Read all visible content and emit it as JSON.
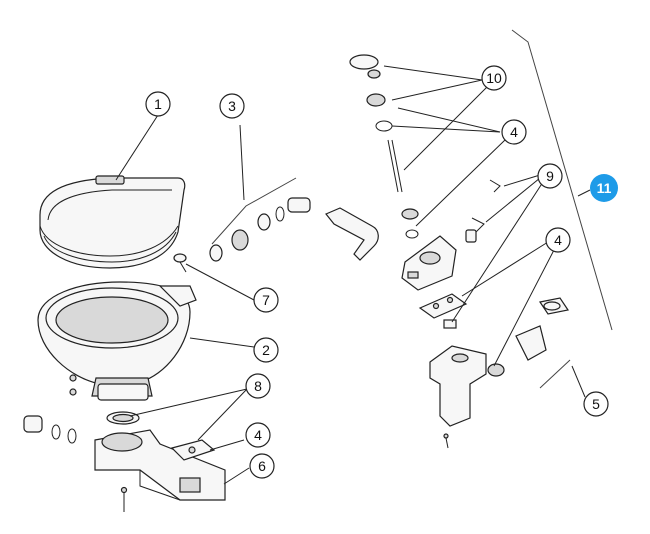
{
  "callouts": [
    {
      "id": "c1",
      "label": "1"
    },
    {
      "id": "c2",
      "label": "2"
    },
    {
      "id": "c3",
      "label": "3"
    },
    {
      "id": "c4a",
      "label": "4"
    },
    {
      "id": "c4b",
      "label": "4"
    },
    {
      "id": "c4c",
      "label": "4"
    },
    {
      "id": "c5",
      "label": "5"
    },
    {
      "id": "c6",
      "label": "6"
    },
    {
      "id": "c7",
      "label": "7"
    },
    {
      "id": "c8",
      "label": "8"
    },
    {
      "id": "c9",
      "label": "9"
    },
    {
      "id": "c10",
      "label": "10"
    }
  ],
  "badge": {
    "label": "11",
    "color": "#1e9be8"
  }
}
